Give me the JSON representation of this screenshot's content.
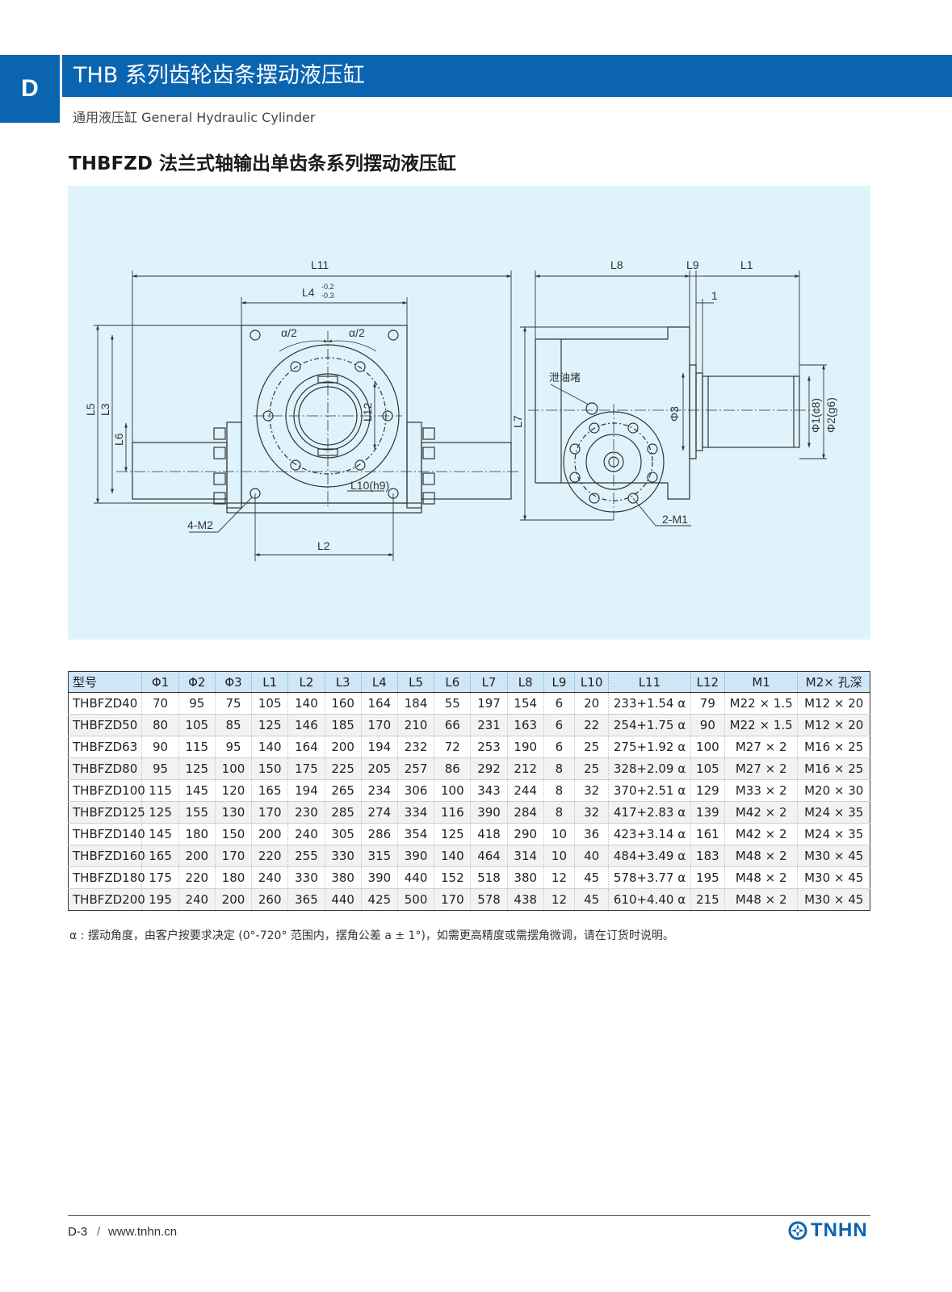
{
  "header": {
    "section_letter": "D",
    "title": "THB 系列齿轮齿条摆动液压缸",
    "subtitle": "通用液压缸 General Hydraulic Cylinder"
  },
  "section_title": "THBFZD 法兰式轴输出单齿条系列摆动液压缸",
  "drawing": {
    "labels": {
      "L11": "L11",
      "L4": "L4",
      "L4_tol_upper": "-0.2",
      "L4_tol_lower": "-0.3",
      "alpha_half": "α/2",
      "L5": "L5",
      "L3": "L3",
      "L6": "L6",
      "L12": "L12",
      "L10": "L10(h9)",
      "M2": "4-M2",
      "L2": "L2",
      "L8": "L8",
      "L9": "L9",
      "L1": "L1",
      "one": "1",
      "drain": "泄油堵",
      "L7": "L7",
      "phi3": "Φ3",
      "phi1": "Φ1(c8)",
      "phi2": "Φ2(g6)",
      "M1": "2-M1"
    }
  },
  "table": {
    "headers": [
      "型号",
      "Φ1",
      "Φ2",
      "Φ3",
      "L1",
      "L2",
      "L3",
      "L4",
      "L5",
      "L6",
      "L7",
      "L8",
      "L9",
      "L10",
      "L11",
      "L12",
      "M1",
      "M2× 孔深"
    ],
    "rows": [
      [
        "THBFZD40",
        "70",
        "95",
        "75",
        "105",
        "140",
        "160",
        "164",
        "184",
        "55",
        "197",
        "154",
        "6",
        "20",
        "233+1.54 α",
        "79",
        "M22 × 1.5",
        "M12 × 20"
      ],
      [
        "THBFZD50",
        "80",
        "105",
        "85",
        "125",
        "146",
        "185",
        "170",
        "210",
        "66",
        "231",
        "163",
        "6",
        "22",
        "254+1.75 α",
        "90",
        "M22 × 1.5",
        "M12 × 20"
      ],
      [
        "THBFZD63",
        "90",
        "115",
        "95",
        "140",
        "164",
        "200",
        "194",
        "232",
        "72",
        "253",
        "190",
        "6",
        "25",
        "275+1.92 α",
        "100",
        "M27 × 2",
        "M16 × 25"
      ],
      [
        "THBFZD80",
        "95",
        "125",
        "100",
        "150",
        "175",
        "225",
        "205",
        "257",
        "86",
        "292",
        "212",
        "8",
        "25",
        "328+2.09 α",
        "105",
        "M27 × 2",
        "M16 × 25"
      ],
      [
        "THBFZD100",
        "115",
        "145",
        "120",
        "165",
        "194",
        "265",
        "234",
        "306",
        "100",
        "343",
        "244",
        "8",
        "32",
        "370+2.51 α",
        "129",
        "M33 × 2",
        "M20 × 30"
      ],
      [
        "THBFZD125",
        "125",
        "155",
        "130",
        "170",
        "230",
        "285",
        "274",
        "334",
        "116",
        "390",
        "284",
        "8",
        "32",
        "417+2.83 α",
        "139",
        "M42 × 2",
        "M24 × 35"
      ],
      [
        "THBFZD140",
        "145",
        "180",
        "150",
        "200",
        "240",
        "305",
        "286",
        "354",
        "125",
        "418",
        "290",
        "10",
        "36",
        "423+3.14 α",
        "161",
        "M42 × 2",
        "M24 × 35"
      ],
      [
        "THBFZD160",
        "165",
        "200",
        "170",
        "220",
        "255",
        "330",
        "315",
        "390",
        "140",
        "464",
        "314",
        "10",
        "40",
        "484+3.49 α",
        "183",
        "M48 × 2",
        "M30 × 45"
      ],
      [
        "THBFZD180",
        "175",
        "220",
        "180",
        "240",
        "330",
        "380",
        "390",
        "440",
        "152",
        "518",
        "380",
        "12",
        "45",
        "578+3.77 α",
        "195",
        "M48 × 2",
        "M30 × 45"
      ],
      [
        "THBFZD200",
        "195",
        "240",
        "200",
        "260",
        "365",
        "440",
        "425",
        "500",
        "170",
        "578",
        "438",
        "12",
        "45",
        "610+4.40 α",
        "215",
        "M48 × 2",
        "M30 × 45"
      ]
    ]
  },
  "footnote": "α : 摆动角度，由客户按要求决定 (0°-720° 范围内，摆角公差 a ± 1°)，如需更高精度或需摆角微调，请在订货时说明。",
  "footer": {
    "page_number": "D-3",
    "separator": "/",
    "website": "www.tnhn.cn",
    "brand": "TNHN",
    "brand_color": "#0a64b0"
  },
  "colors": {
    "accent": "#0a64b0",
    "panel_bg": "#dff3fc",
    "table_header_bg": "#cfe6f7"
  }
}
